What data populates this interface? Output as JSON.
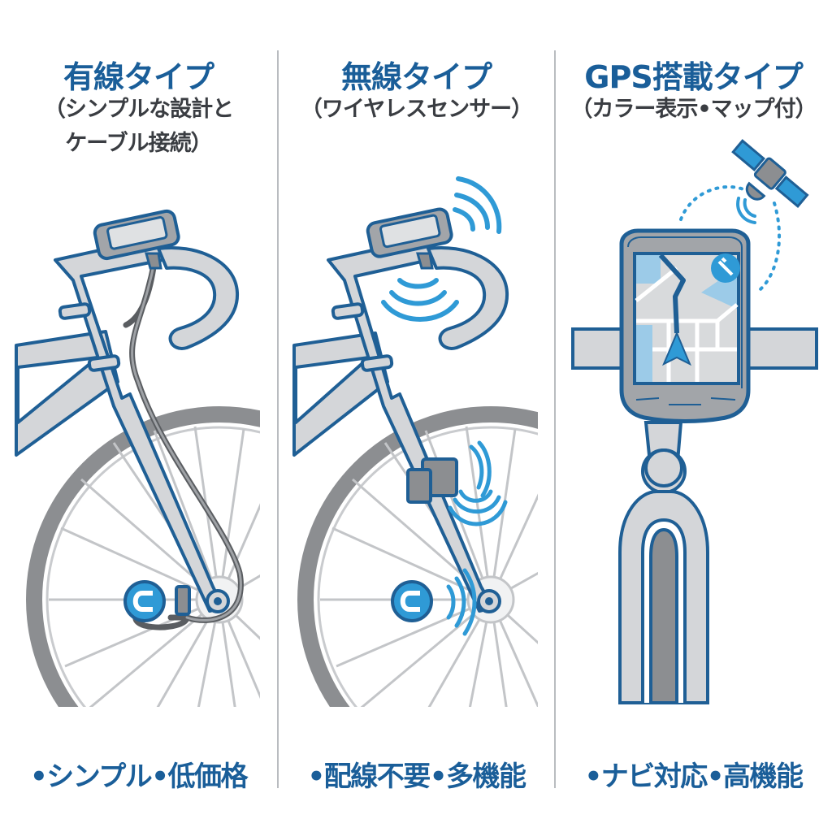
{
  "panels": [
    {
      "id": "wired",
      "title": "有線タイプ",
      "subtitle_line1": "（シンプルな設計と",
      "subtitle_line2": "ケーブル接続）",
      "footer": "•シンプル•低価格",
      "illustration": [
        "road-bike-front",
        "handlebar-computer",
        "cable",
        "fork-sensor",
        "wheel-magnet-icon"
      ]
    },
    {
      "id": "wireless",
      "title": "無線タイプ",
      "subtitle_line1": "（ワイヤレスセンサー）",
      "subtitle_line2": "",
      "footer": "•配線不要•多機能",
      "illustration": [
        "road-bike-front",
        "handlebar-computer",
        "wireless-waves",
        "fork-sensor",
        "wheel-magnet-icon"
      ]
    },
    {
      "id": "gps",
      "title": "GPS搭載タイプ",
      "subtitle_line1": "（カラー表示•マップ付）",
      "subtitle_line2": "",
      "footer": "•ナビ対応•高機能",
      "illustration": [
        "gps-unit-map-screen",
        "satellite",
        "dotted-signal-path",
        "stem-and-fork"
      ]
    }
  ],
  "colors": {
    "title_blue": "#1a5e99",
    "outline_blue": "#1f5f95",
    "accent_blue": "#2f9ad6",
    "frame_gray": "#d4d6d9",
    "dark_gray": "#8c8e91",
    "text_dark": "#3a3d42",
    "divider": "#b9bcc0"
  }
}
